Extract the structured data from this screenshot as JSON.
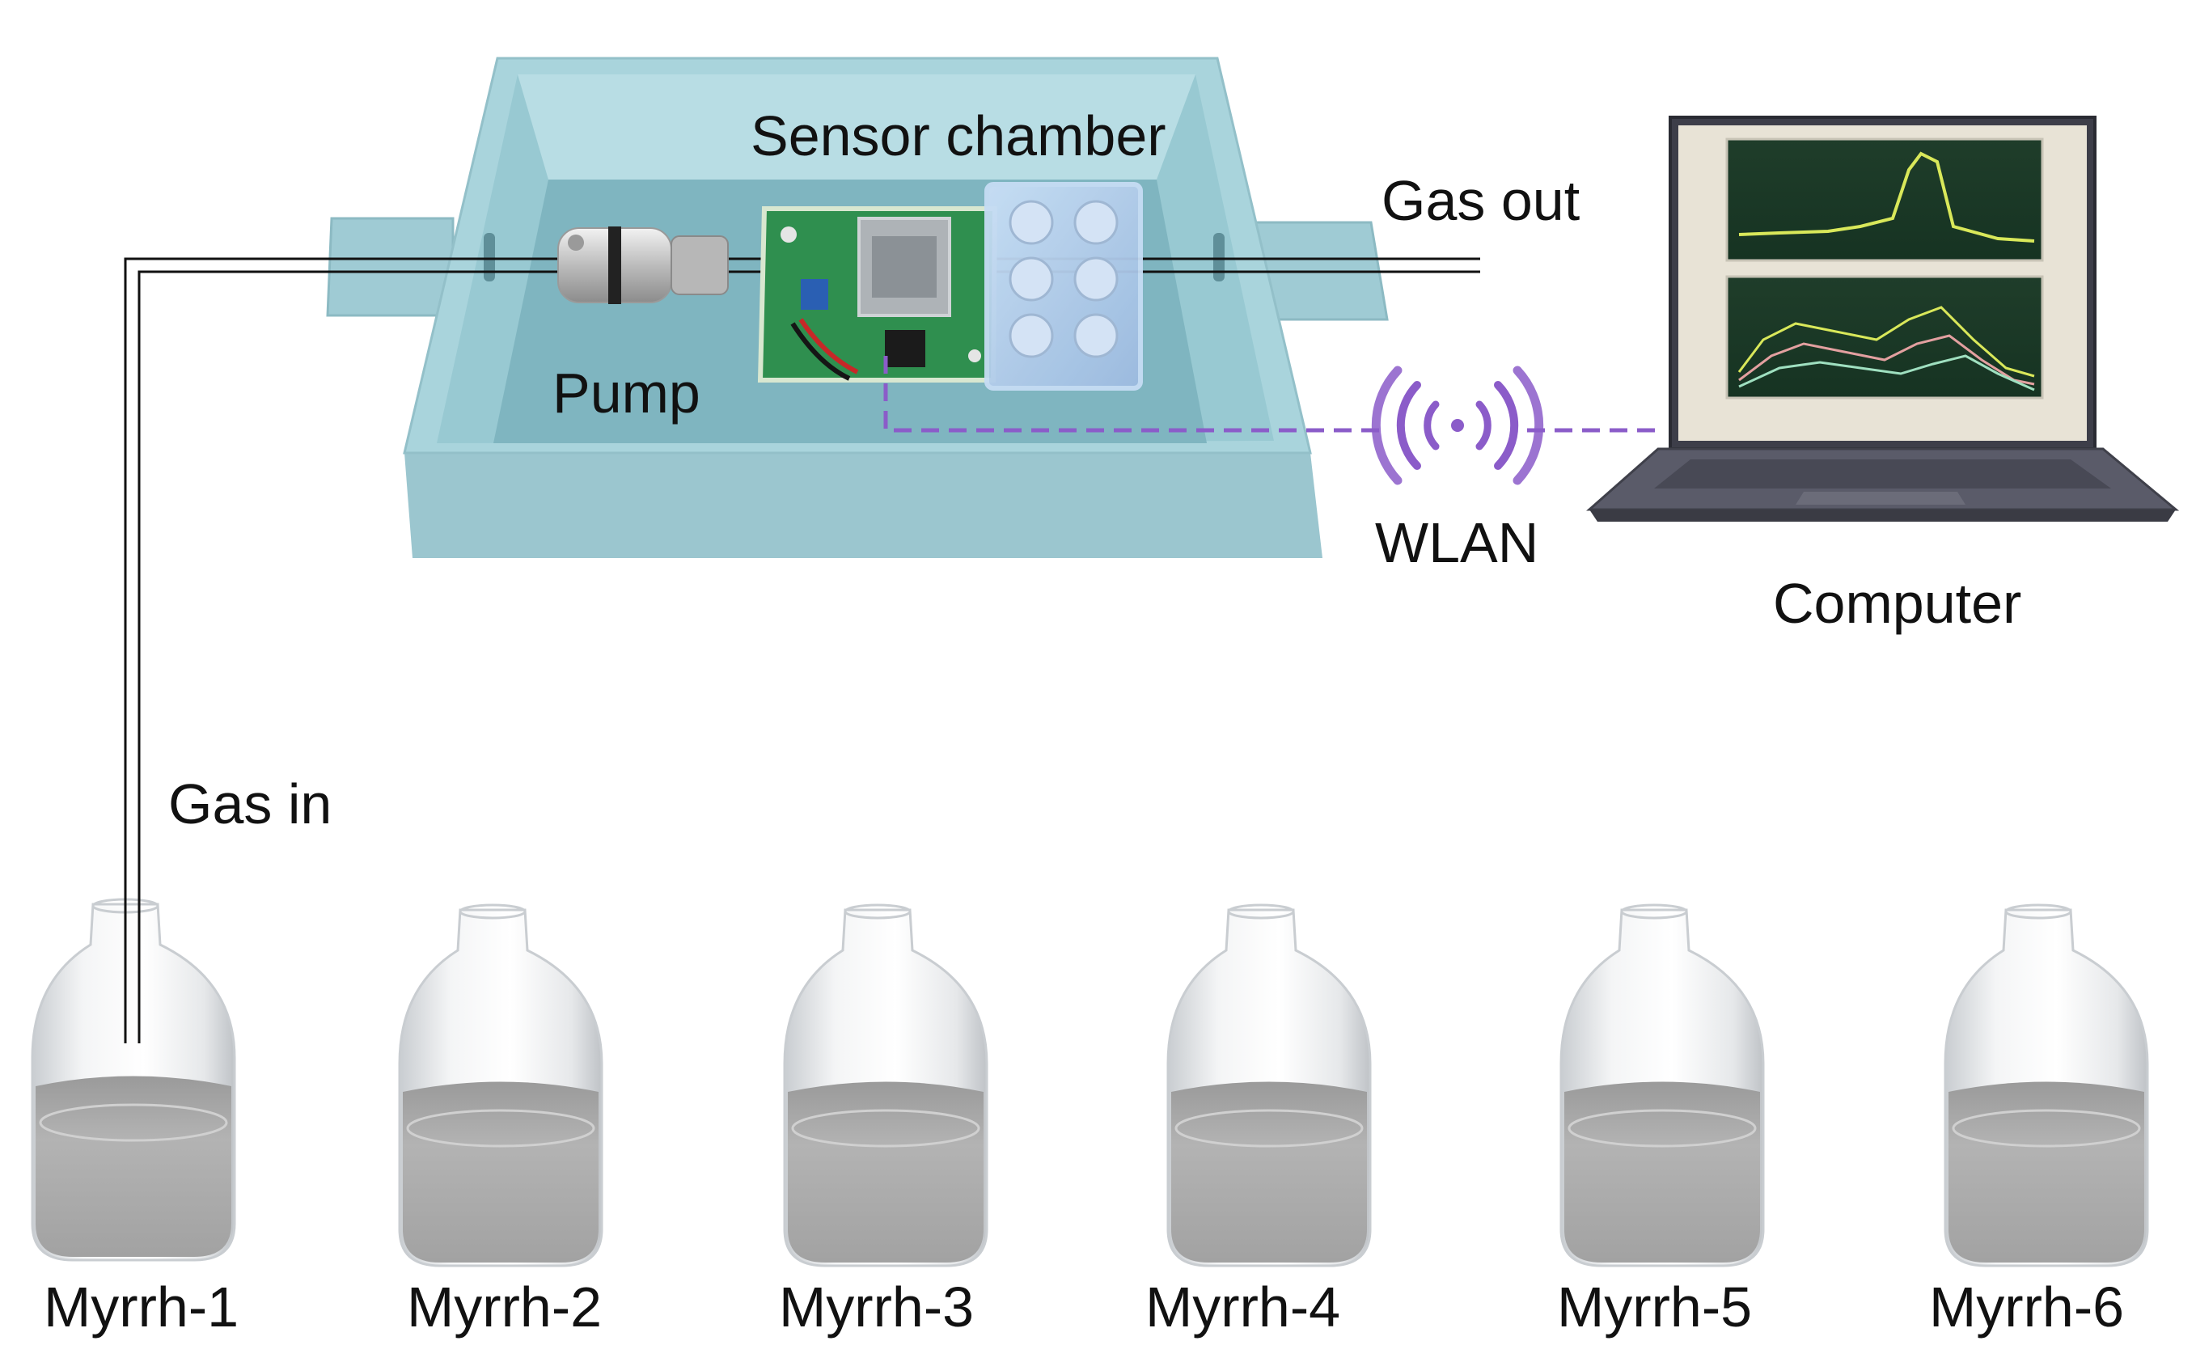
{
  "labels": {
    "sensor_chamber": "Sensor chamber",
    "gas_out": "Gas out",
    "pump": "Pump",
    "wlan": "WLAN",
    "computer": "Computer",
    "gas_in": "Gas in"
  },
  "bottles": [
    {
      "label": "Myrrh-1"
    },
    {
      "label": "Myrrh-2"
    },
    {
      "label": "Myrrh-3"
    },
    {
      "label": "Myrrh-4"
    },
    {
      "label": "Myrrh-5"
    },
    {
      "label": "Myrrh-6"
    }
  ],
  "colors": {
    "box_outer": "#a7d3dc",
    "box_inner": "#8fc2cc",
    "board": "#2f8f4f",
    "wlan_signal": "#8b5cc9",
    "laptop_body": "#4d4e5c",
    "plot_line": "#d9e85a"
  }
}
